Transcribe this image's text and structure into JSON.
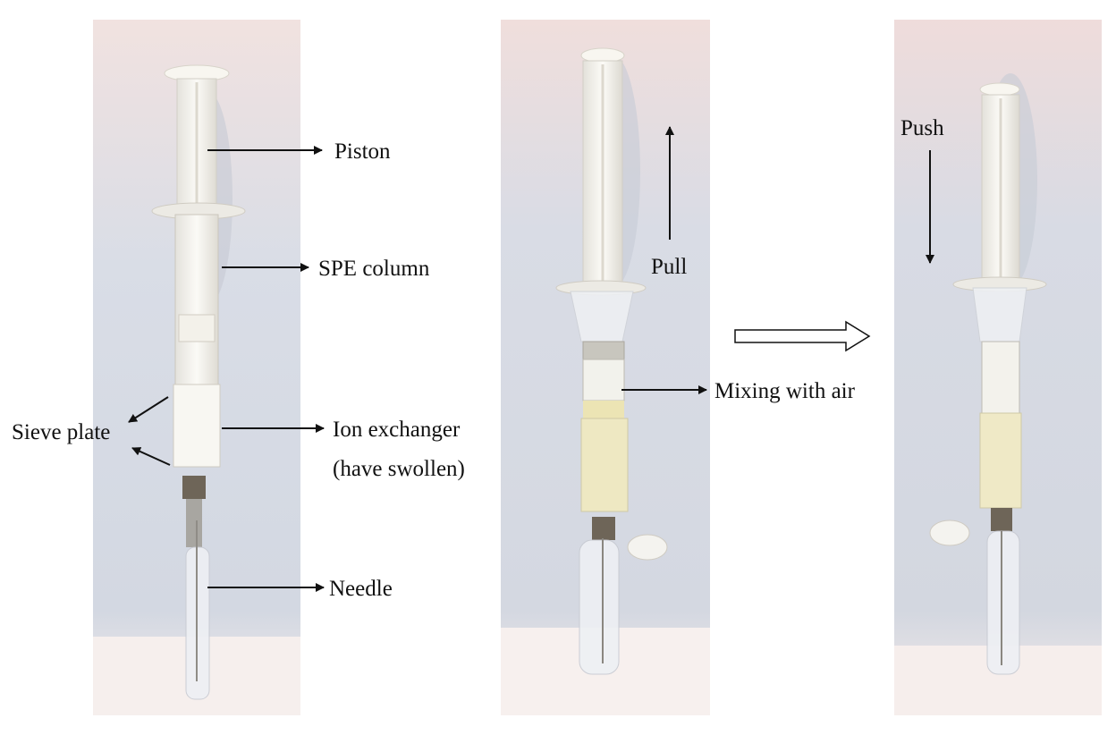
{
  "labels": {
    "piston": "Piston",
    "spe_column": "SPE column",
    "sieve_plate": "Sieve plate",
    "ion_exchanger_line1": "Ion exchanger",
    "ion_exchanger_line2": "(have swollen)",
    "needle": "Needle",
    "pull": "Pull",
    "mixing_with_air": "Mixing with air",
    "push": "Push"
  },
  "colors": {
    "backdrop": "#d7dbe4",
    "backdrop_warm": "#e8d8d4",
    "plastic": "#f6f4ee",
    "liquid": "#ece4b4",
    "hub": "#6e6558",
    "arrow": "#111111"
  }
}
